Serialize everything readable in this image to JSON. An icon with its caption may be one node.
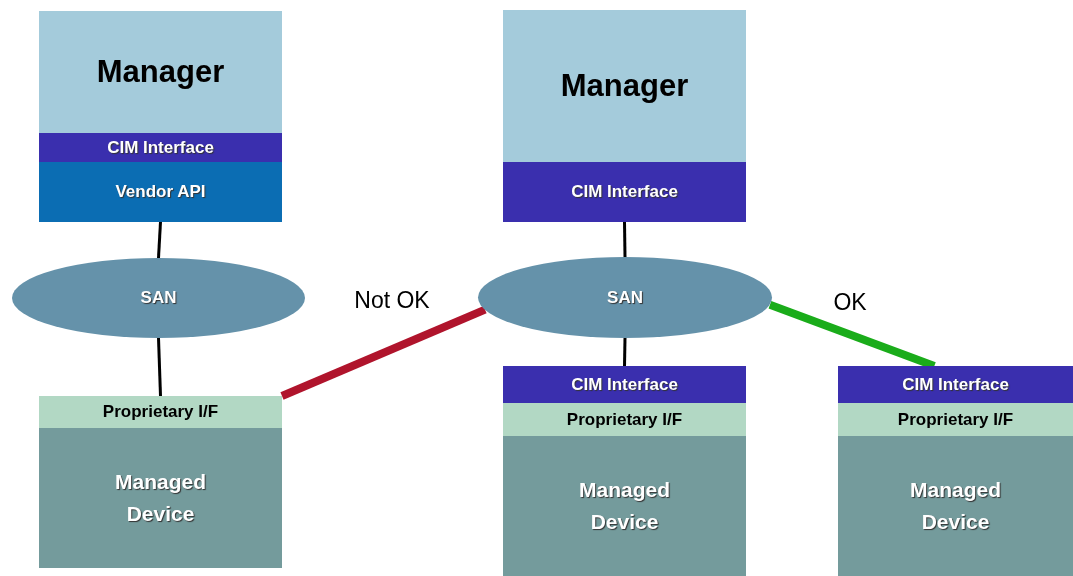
{
  "diagram": {
    "nodes": [
      {
        "text": [
          "Manager"
        ]
      },
      {
        "text": [
          "CIM Interface"
        ]
      },
      {
        "text": [
          "Vendor API"
        ]
      },
      {
        "text": [
          "SAN"
        ]
      },
      {
        "text": [
          "Proprietary I/F"
        ]
      },
      {
        "text": [
          "Managed Device"
        ]
      },
      {
        "text": [
          "Manager"
        ]
      },
      {
        "text": [
          "CIM Interface"
        ]
      },
      {
        "text": [
          "SAN"
        ]
      },
      {
        "text": [
          "CIM Interface"
        ]
      },
      {
        "text": [
          "Proprietary I/F"
        ]
      },
      {
        "text": [
          "Managed Device"
        ]
      },
      {
        "text": [
          "CIM Interface"
        ]
      },
      {
        "text": [
          "Proprietary I/F"
        ]
      },
      {
        "text": [
          "Managed Device"
        ]
      }
    ],
    "edges": [
      {
        "from": 2,
        "to": 3,
        "arrow": "none"
      },
      {
        "from": 3,
        "to": 4,
        "arrow": "none"
      },
      {
        "from": 4,
        "to": 8,
        "arrow": "none",
        "label": "Not OK",
        "style": "thick",
        "color": "#b0142c"
      },
      {
        "from": 7,
        "to": 8,
        "arrow": "none"
      },
      {
        "from": 8,
        "to": 9,
        "arrow": "none"
      },
      {
        "from": 8,
        "to": 12,
        "arrow": "none",
        "label": "OK",
        "style": "thick",
        "color": "#1aac1a"
      }
    ]
  }
}
